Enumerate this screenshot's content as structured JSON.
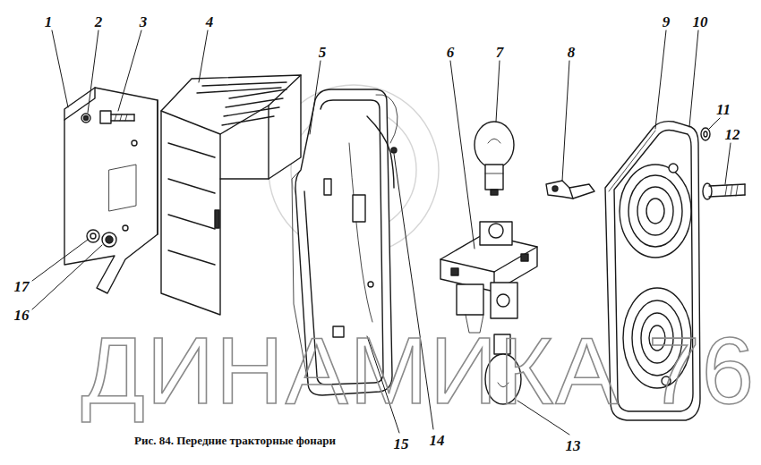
{
  "diagram": {
    "caption": "Рис. 84. Передние тракторные фонари",
    "labels": [
      "1",
      "2",
      "3",
      "4",
      "5",
      "6",
      "7",
      "8",
      "9",
      "10",
      "11",
      "12",
      "17",
      "16",
      "15",
      "14",
      "13",
      "ДИНАМИКА 76"
    ]
  }
}
